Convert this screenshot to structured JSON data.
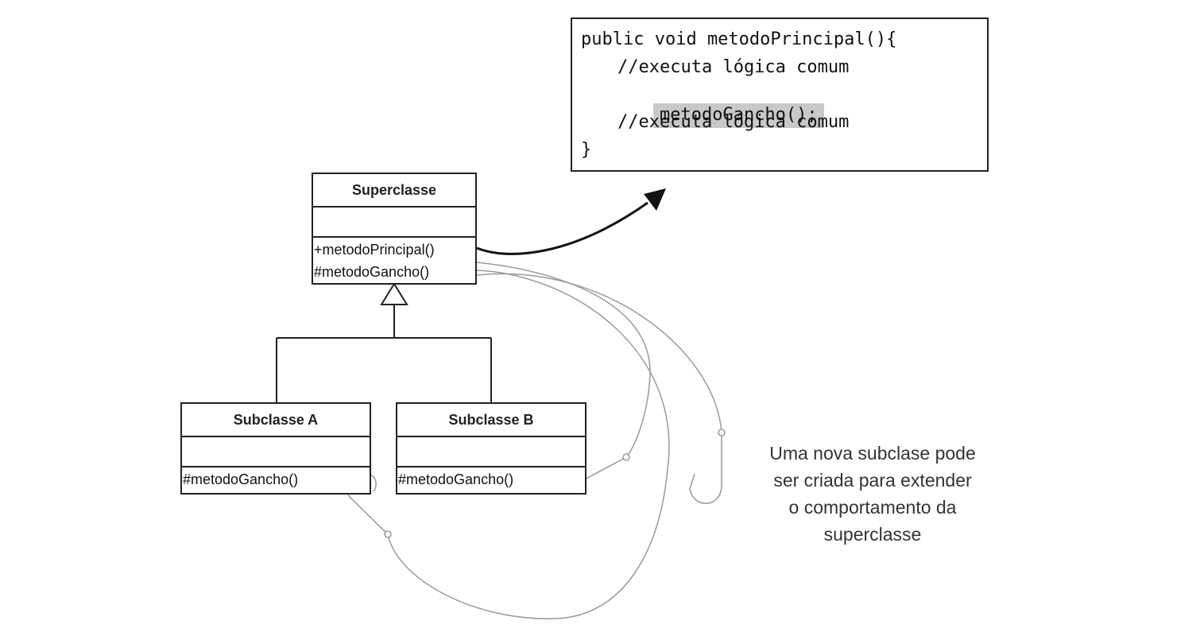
{
  "code": {
    "line1": "public void metodoPrincipal(){",
    "line2": "//executa lógica comum",
    "line3": "metodoGancho();",
    "line4": "//executa lógica comum",
    "line5": "}"
  },
  "superclass": {
    "name": "Superclasse",
    "op1": "+metodoPrincipal()",
    "op2": "#metodoGancho()"
  },
  "subclass_a": {
    "name": "Subclasse A",
    "op1": "#metodoGancho()"
  },
  "subclass_b": {
    "name": "Subclasse B",
    "op1": "#metodoGancho()"
  },
  "note": {
    "line1": "Uma nova subclase pode",
    "line2": "ser criada para extender",
    "line3": "o comportamento da",
    "line4": "superclasse"
  },
  "colors": {
    "line": "#222222",
    "hook": "#9a9a9a",
    "highlight": "#c8c8c8"
  },
  "icons": {
    "hook": "fishing-hook-icon",
    "eye": "hook-eye-icon"
  }
}
